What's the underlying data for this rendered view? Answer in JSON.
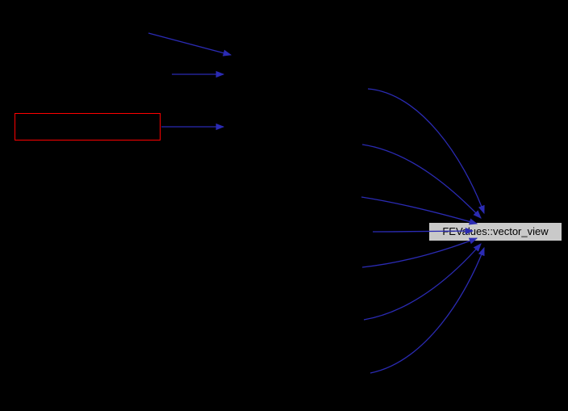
{
  "canvas": {
    "background_color": "#000000"
  },
  "diagram": {
    "type": "call-graph",
    "edge_color": "#2b2bb4",
    "current_node": {
      "label": "",
      "border_color": "#ff0000",
      "fill_color": "transparent"
    },
    "target_node": {
      "label": "FEValues::vector_view",
      "fill_color": "#c9c9c9",
      "border_color": "#000000",
      "text_color": "#000000"
    },
    "edges": {
      "into_middle_count": 3,
      "into_target_count": 7
    }
  }
}
